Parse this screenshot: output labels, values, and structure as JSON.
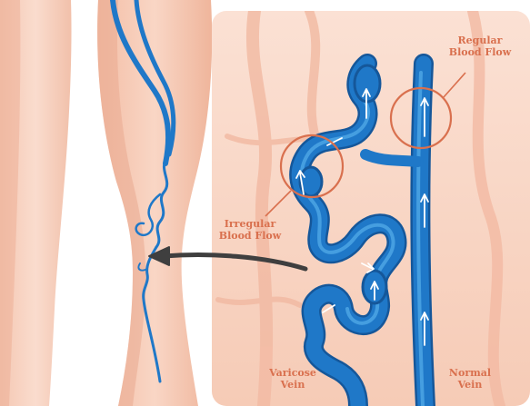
{
  "labels": {
    "regular": {
      "line1": "Regular",
      "line2": "Blood Flow"
    },
    "irregular": {
      "line1": "Irregular",
      "line2": "Blood Flow"
    },
    "varicose": {
      "line1": "Varicose",
      "line2": "Vein"
    },
    "normal": {
      "line1": "Normal",
      "line2": "Vein"
    }
  },
  "colors": {
    "skin": "#f6c9b3",
    "skin_dark": "#eaa98f",
    "panel": "#f8d3c1",
    "vein_blue": "#1f78c8",
    "vein_light": "#4fa8e6",
    "vein_dark": "#15579a",
    "circle": "#d9704e",
    "arrow": "#3f3f3f",
    "label": "#d9704e"
  }
}
